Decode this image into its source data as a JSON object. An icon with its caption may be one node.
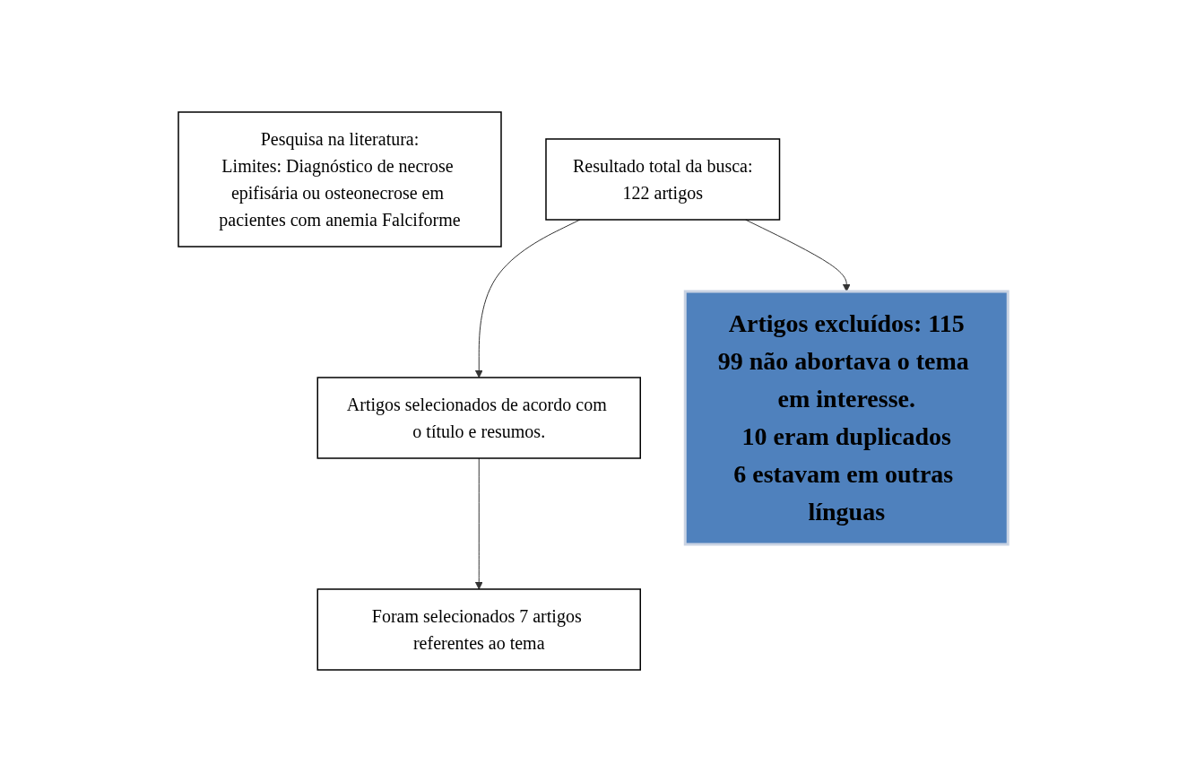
{
  "diagram": {
    "nodes": [
      {
        "text": [
          "Pesquisa na literatura:",
          "Limites: Diagnóstico de necrose epifisária ou osteonecrose em pacientes com anemia Falciforme"
        ]
      },
      {
        "text": [
          "Resultado total da busca:",
          "122 artigos"
        ]
      },
      {
        "text": [
          "Artigos selecionados de acordo com o título e resumos."
        ]
      },
      {
        "text": [
          "Foram selecionados 7 artigos referentes ao tema"
        ]
      },
      {
        "text": [
          "Artigos excluídos: 115",
          "99 não abortava o tema em interesse.",
          "10 eram duplicados",
          "6 estavam em outras línguas"
        ]
      }
    ],
    "edges": [
      {
        "from": 1,
        "to": 2,
        "arrow": "to"
      },
      {
        "from": 2,
        "to": 3,
        "arrow": "to"
      },
      {
        "from": 1,
        "to": 4,
        "arrow": "to"
      }
    ]
  }
}
